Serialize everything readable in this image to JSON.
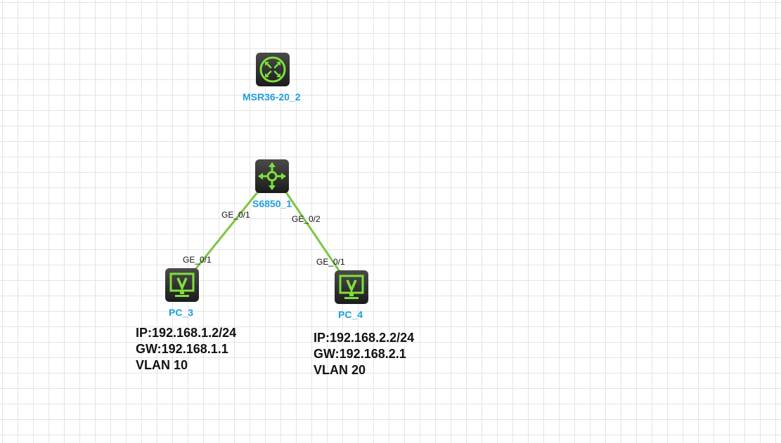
{
  "colors": {
    "link": "#7dc642",
    "device_label": "#1e9ee0",
    "icon_accent": "#7ee03a",
    "device_body": "#2d2d2d"
  },
  "devices": [
    {
      "id": "msr",
      "name": "MSR36-20_2",
      "icon": "router-icon"
    },
    {
      "id": "sw",
      "name": "S6850_1",
      "icon": "switch-icon"
    },
    {
      "id": "pc3",
      "name": "PC_3",
      "icon": "pc-monitor-icon"
    },
    {
      "id": "pc4",
      "name": "PC_4",
      "icon": "pc-monitor-icon"
    }
  ],
  "links": [
    {
      "from": "S6850_1",
      "to": "PC_3",
      "from_port": "GE_0/1",
      "to_port": "GE_0/1"
    },
    {
      "from": "S6850_1",
      "to": "PC_4",
      "from_port": "GE_0/2",
      "to_port": "GE_0/1"
    }
  ],
  "notes": {
    "pc3": {
      "ip": "IP:192.168.1.2/24",
      "gw": "GW:192.168.1.1",
      "vlan": "VLAN 10"
    },
    "pc4": {
      "ip": "IP:192.168.2.2/24",
      "gw": "GW:192.168.2.1",
      "vlan": "VLAN 20"
    }
  }
}
